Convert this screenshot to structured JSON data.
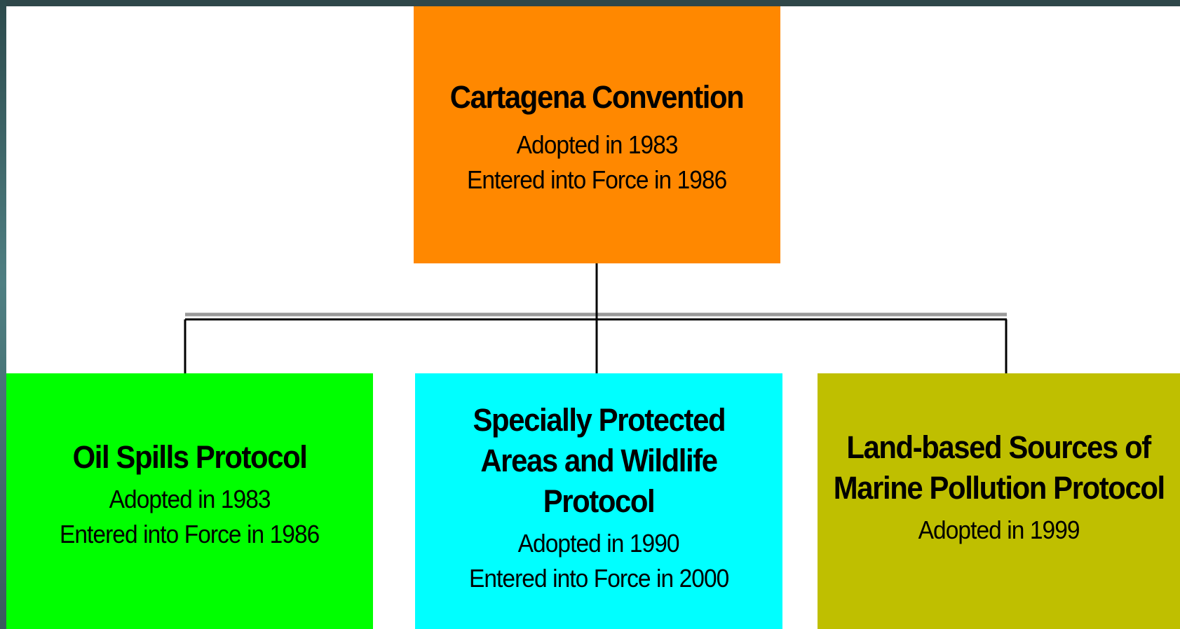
{
  "diagram": {
    "root": {
      "title": "Cartagena Convention",
      "line1": "Adopted in 1983",
      "line2": "Entered into Force in 1986",
      "color": "#ff8800"
    },
    "children": [
      {
        "title": "Oil Spills Protocol",
        "line1": "Adopted in 1983",
        "line2": "Entered into Force in 1986",
        "color": "#00ff00"
      },
      {
        "title_line1": "Specially Protected",
        "title_line2": "Areas and Wildlife Protocol",
        "line1": "Adopted in 1990",
        "line2": "Entered into Force in 2000",
        "color": "#00ffff"
      },
      {
        "title_line1": "Land-based Sources of",
        "title_line2": "Marine Pollution Protocol",
        "line1": "Adopted in 1999",
        "color": "#bfbf00"
      }
    ]
  }
}
